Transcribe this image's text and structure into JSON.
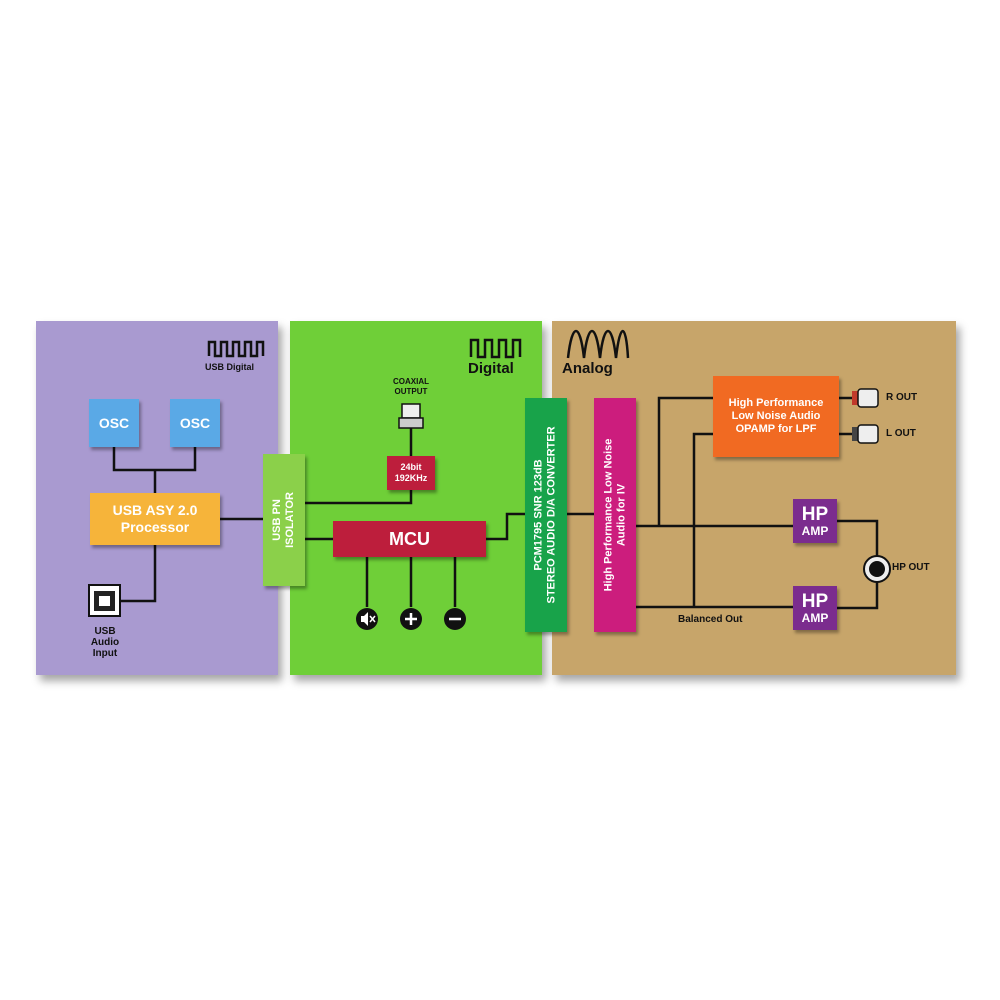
{
  "sections": {
    "usb_digital": "USB Digital",
    "digital": "Digital",
    "analog": "Analog"
  },
  "blocks": {
    "osc_1": "OSC",
    "osc_2": "OSC",
    "usb_processor_line1": "USB ASY 2.0",
    "usb_processor_line2": "Processor",
    "isolator_line1": "USB PN",
    "isolator_line2": "ISOLATOR",
    "mcu": "MCU",
    "sample_rate_line1": "24bit",
    "sample_rate_line2": "192KHz",
    "coaxial_line1": "COAXIAL",
    "coaxial_line2": "OUTPUT",
    "dac_line1": "PCM1795 SNR 123dB",
    "dac_line2": "STEREO AUDIO D/A CONVERTER",
    "iv_line1": "High Performance Low Noise",
    "iv_line2": "Audio for IV",
    "opamp_line1": "High Performance",
    "opamp_line2": "Low Noise Audio",
    "opamp_line3": "OPAMP for LPF",
    "hp_amp_1_top": "HP",
    "hp_amp_1_bottom": "AMP",
    "hp_amp_2_top": "HP",
    "hp_amp_2_bottom": "AMP"
  },
  "labels": {
    "usb_input_line1": "USB",
    "usb_input_line2": "Audio",
    "usb_input_line3": "Input",
    "r_out": "R OUT",
    "l_out": "L OUT",
    "hp_out": "HP OUT",
    "balanced_out": "Balanced Out"
  },
  "icons": [
    "square-wave-icon",
    "sine-wave-icon",
    "usb-b-port-icon",
    "mute-icon",
    "plus-icon",
    "minus-icon",
    "rca-jack-icon",
    "headphone-jack-icon",
    "coaxial-jack-icon"
  ],
  "colors": {
    "usb_panel": "#a99ad0",
    "digital_panel": "#6fcf38",
    "analog_panel": "#c7a56a",
    "osc": "#5aa9e6",
    "usb_processor": "#f6b43a",
    "mcu": "#bd1e3c",
    "dac": "#18a34a",
    "iv": "#cc1d7d",
    "opamp": "#f16a22",
    "hp_amp": "#7b2c8e"
  }
}
